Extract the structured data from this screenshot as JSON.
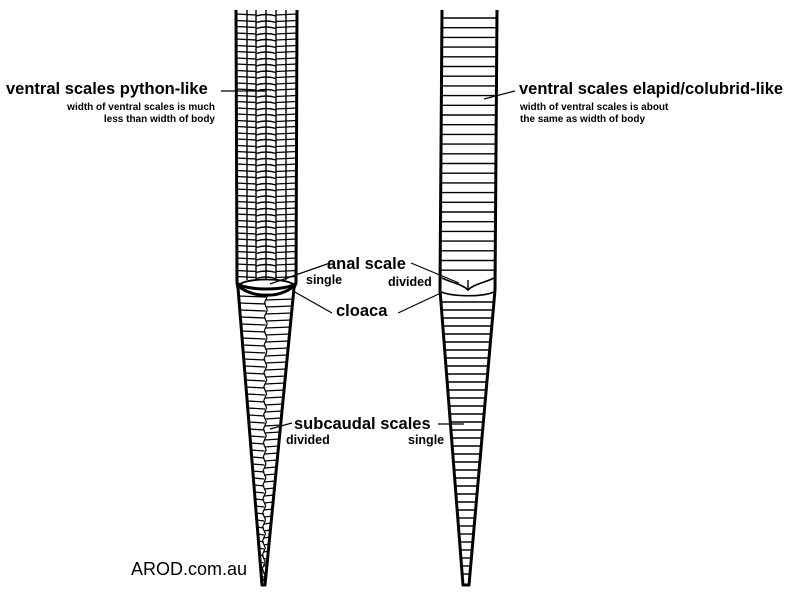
{
  "labels": {
    "python_title": "ventral scales python-like",
    "python_desc_1": "width of ventral scales is much",
    "python_desc_2": "less than width of body",
    "elapid_title": "ventral scales elapid/colubrid-like",
    "elapid_desc_1": "width of ventral scales is about",
    "elapid_desc_2": "the same as width of body",
    "anal_scale": "anal scale",
    "anal_single": "single",
    "anal_divided": "divided",
    "cloaca": "cloaca",
    "subcaudal": "subcaudal scales",
    "subcaudal_divided": "divided",
    "subcaudal_single": "single"
  },
  "credit": "AROD.com.au",
  "colors": {
    "ink": "#000000",
    "paper": "#ffffff"
  }
}
